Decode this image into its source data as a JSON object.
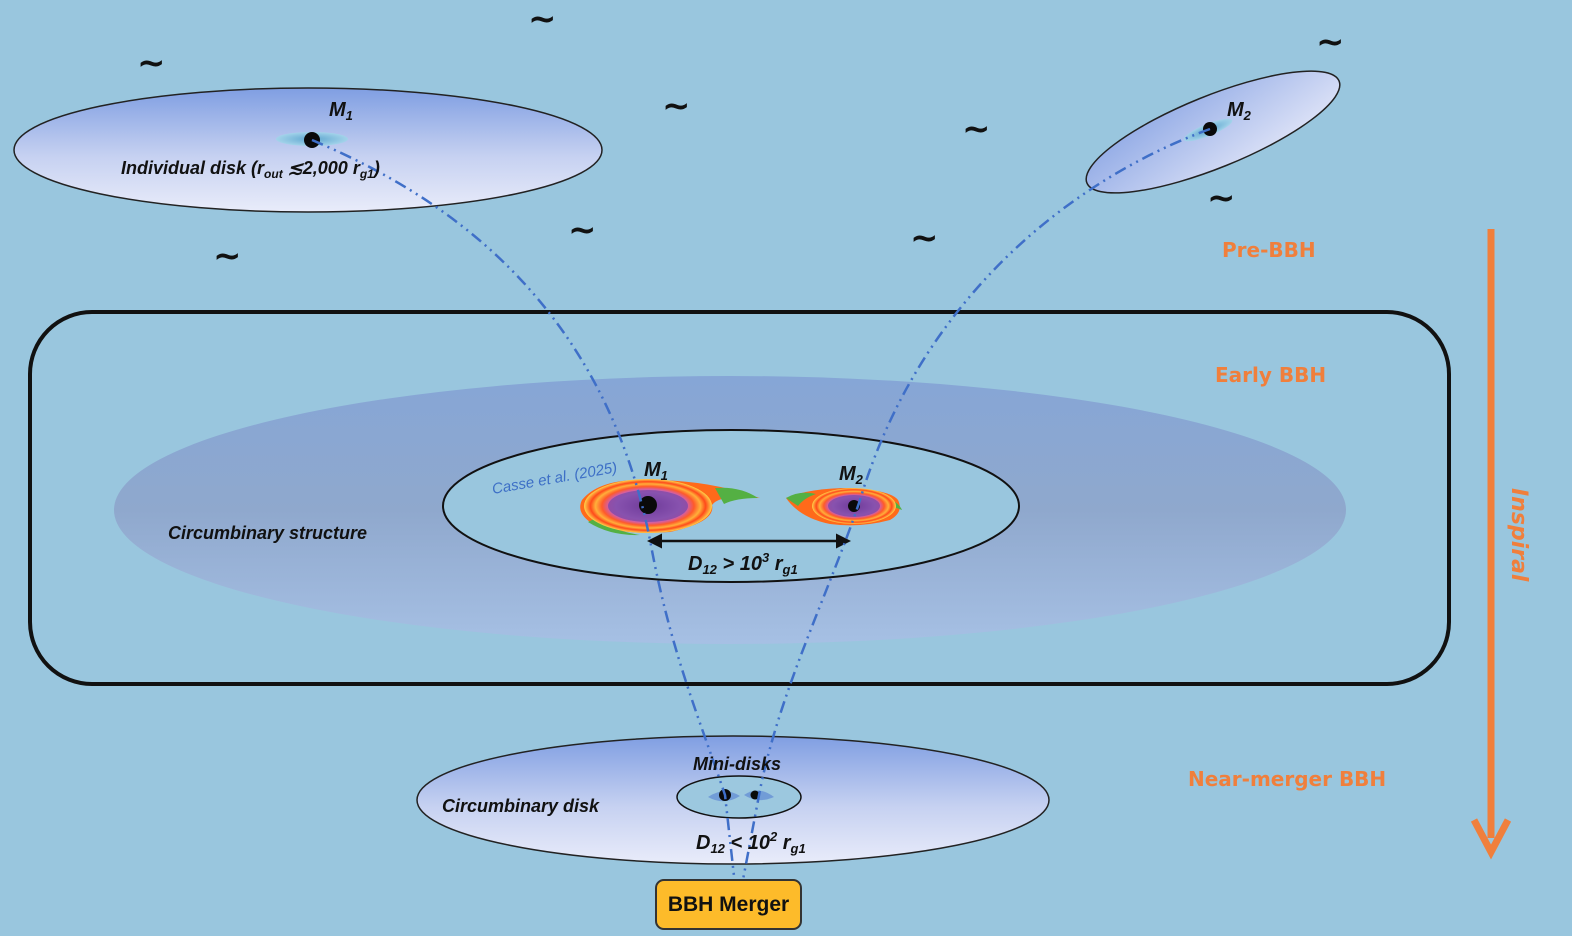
{
  "citation": "Casse et al. (2025)",
  "stages": {
    "pre": "Pre-BBH",
    "early": "Early BBH",
    "near": "Near-merger BBH",
    "axis": "Inspiral",
    "merger": "BBH Merger"
  },
  "labels": {
    "m1_top_base": "M",
    "m1_top_sub": "1",
    "m2_top_base": "M",
    "m2_top_sub": "2",
    "m1_mid_base": "M",
    "m1_mid_sub": "1",
    "m2_mid_base": "M",
    "m2_mid_sub": "2",
    "individual_disk_a": "Individual disk (r",
    "individual_disk_sub": "out",
    "individual_disk_b": " ≲2,000 r",
    "individual_disk_sub2": "g1",
    "individual_disk_c": ")",
    "circumbinary_structure": "Circumbinary structure",
    "circumbinary_disk": "Circumbinary disk",
    "mini_disks": "Mini-disks",
    "d12_far_a": "D",
    "d12_far_sub": "12",
    "d12_far_b": " > 10",
    "d12_far_sup": "3",
    "d12_far_c": " r",
    "d12_far_sub2": "g1",
    "d12_near_a": "D",
    "d12_near_sub": "12",
    "d12_near_b": " < 10",
    "d12_near_sup": "2",
    "d12_near_c": " r",
    "d12_near_sub2": "g1",
    "squiggle": "~"
  },
  "colors": {
    "background": "#99c6de",
    "stage_text": "#f07f3c",
    "trajectory": "#3f6fc8",
    "merger_box": "#fdbb2a",
    "citation": "#3d6fc6"
  }
}
